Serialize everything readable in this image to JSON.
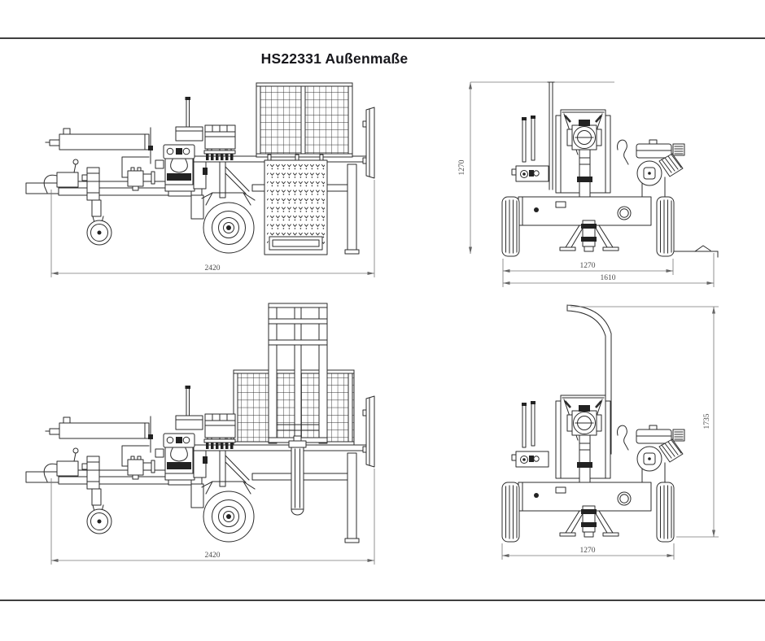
{
  "title": "HS22331 Außenmaße",
  "views": {
    "side_transport": {
      "length": "2420"
    },
    "rear_transport": {
      "height": "1270",
      "track_width": "1270",
      "overall_width": "1610"
    },
    "side_raised": {
      "length": "2420"
    },
    "rear_raised": {
      "height": "1735",
      "track_width": "1270"
    }
  },
  "colors": {
    "background": "#ffffff",
    "line": "#2b2b2b",
    "dimension": "#777777",
    "rule": "#3f3f3f",
    "title_text": "#17171c"
  }
}
